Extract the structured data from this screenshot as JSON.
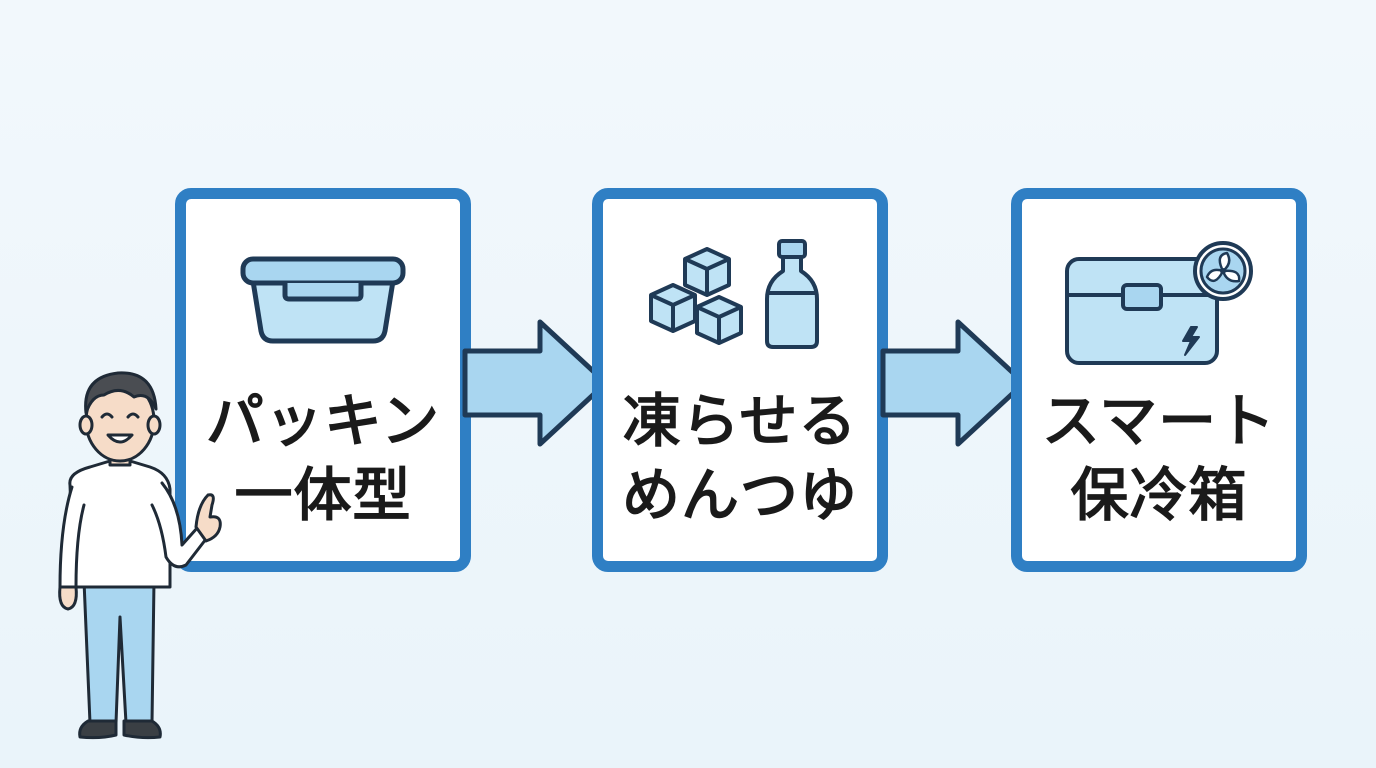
{
  "steps": [
    {
      "line1": "パッキン",
      "line2": "一体型",
      "icon": "container-icon"
    },
    {
      "line1": "凍らせる",
      "line2": "めんつゆ",
      "icon": "ice-and-bottle-icon"
    },
    {
      "line1": "スマート",
      "line2": "保冷箱",
      "icon": "smart-cooler-icon"
    }
  ],
  "colors": {
    "border": "#2f7fc4",
    "fill": "#a9d6f0",
    "stroke": "#1f3a56",
    "background": "#eef6fb"
  }
}
